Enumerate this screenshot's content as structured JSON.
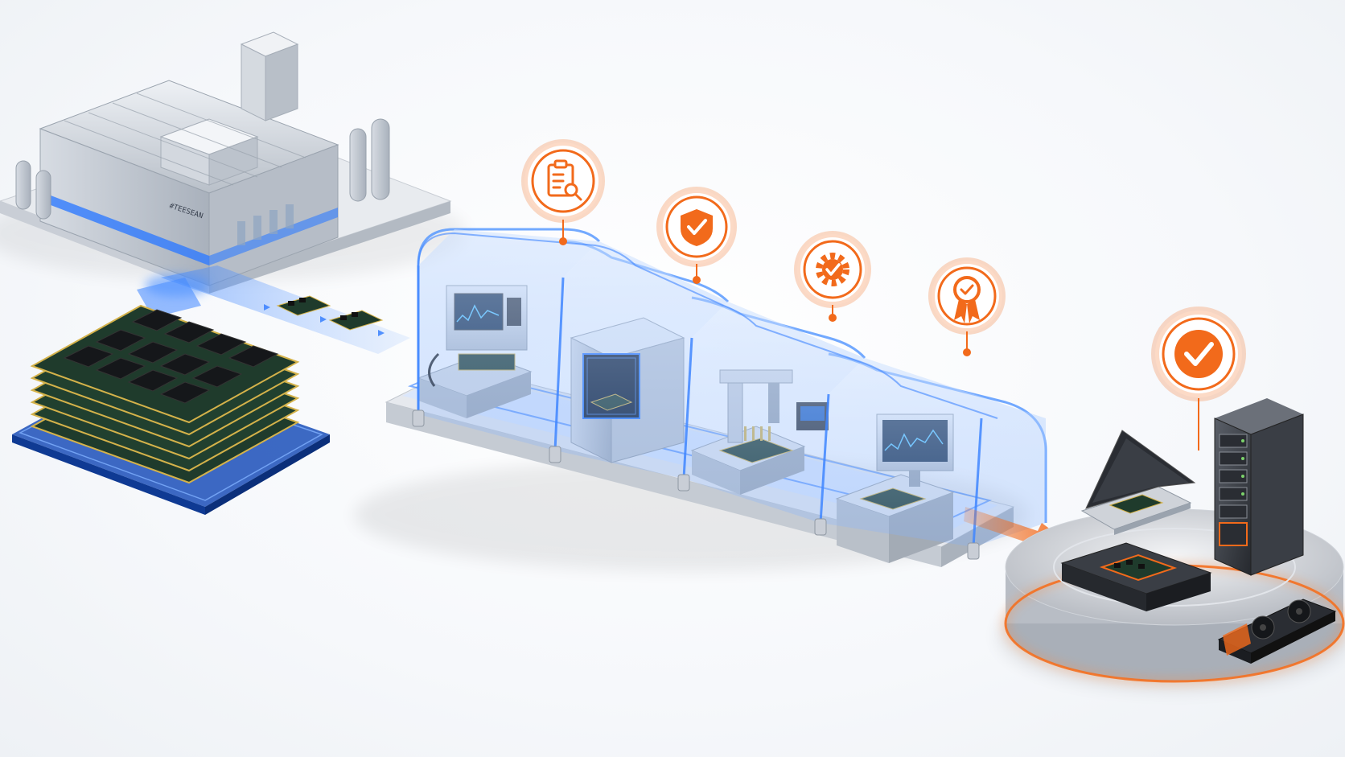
{
  "colors": {
    "accent": "#f26a1b",
    "flow_blue": "#2f7bff",
    "glass": "#9cc3ff",
    "metal": "#c9ced6",
    "dark_metal": "#3b3f46",
    "pcb_green": "#1f3b2c"
  },
  "factory": {
    "sign_text": "#TEESEAN"
  },
  "stages": [
    {
      "icon": "clipboard-inspection-icon"
    },
    {
      "icon": "shield-check-icon"
    },
    {
      "icon": "gear-check-icon"
    },
    {
      "icon": "award-ribbon-icon"
    }
  ],
  "final_badge": {
    "icon": "checkmark-icon"
  },
  "devices": [
    "laptop",
    "server-tower",
    "ssd-enclosure",
    "graphics-card"
  ]
}
